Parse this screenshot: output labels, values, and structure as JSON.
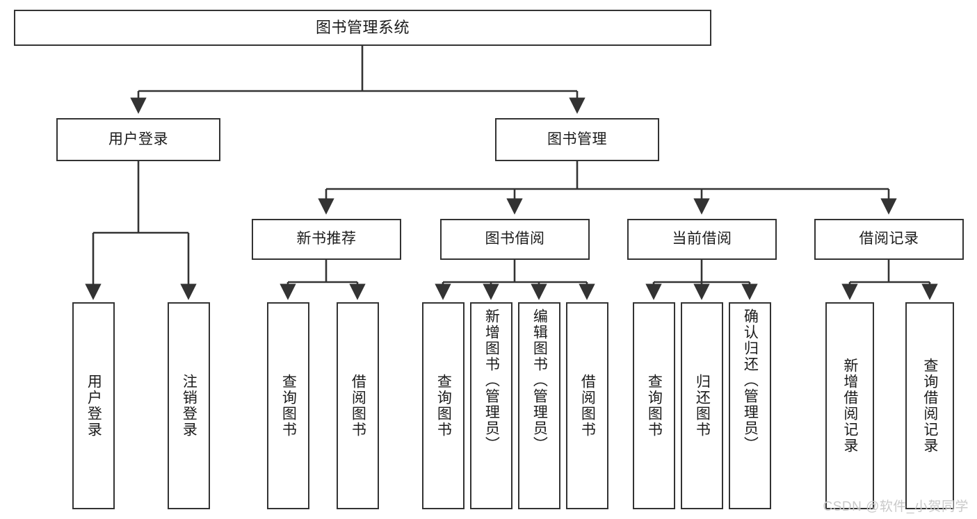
{
  "diagram": {
    "title": "图书管理系统",
    "type": "tree",
    "orientation": "top-down",
    "colors": {
      "box_border": "#333333",
      "box_fill": "#ffffff",
      "connector": "#333333",
      "text": "#1b1b1b",
      "watermark": "#c9c9c9",
      "background": "#ffffff"
    },
    "root": {
      "label": "图书管理系统"
    },
    "level1": [
      {
        "label": "用户登录"
      },
      {
        "label": "图书管理"
      }
    ],
    "level2": [
      {
        "label": "新书推荐"
      },
      {
        "label": "图书借阅"
      },
      {
        "label": "当前借阅"
      },
      {
        "label": "借阅记录"
      }
    ],
    "leaves": {
      "user_login": [
        {
          "label": "用户登录"
        },
        {
          "label": "注销登录"
        }
      ],
      "new_book_recommend": [
        {
          "label": "查询图书"
        },
        {
          "label": "借阅图书"
        }
      ],
      "book_borrow": [
        {
          "label": "查询图书"
        },
        {
          "label": "新增图书（管理员）"
        },
        {
          "label": "编辑图书（管理员）"
        },
        {
          "label": "借阅图书"
        }
      ],
      "current_borrow": [
        {
          "label": "查询图书"
        },
        {
          "label": "归还图书"
        },
        {
          "label": "确认归还（管理员）"
        }
      ],
      "borrow_record": [
        {
          "label": "新增借阅记录"
        },
        {
          "label": "查询借阅记录"
        }
      ]
    }
  },
  "watermark": {
    "text": "CSDN @软件_小贺同学"
  }
}
